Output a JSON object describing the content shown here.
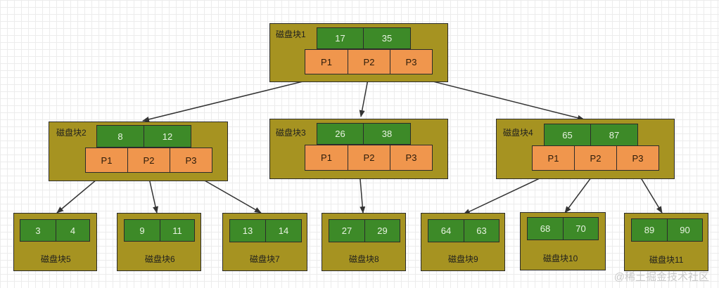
{
  "blocks": {
    "b1": {
      "label": "磁盘块1",
      "keys": [
        "17",
        "35"
      ],
      "pointers": [
        "P1",
        "P2",
        "P3"
      ]
    },
    "b2": {
      "label": "磁盘块2",
      "keys": [
        "8",
        "12"
      ],
      "pointers": [
        "P1",
        "P2",
        "P3"
      ]
    },
    "b3": {
      "label": "磁盘块3",
      "keys": [
        "26",
        "38"
      ],
      "pointers": [
        "P1",
        "P2",
        "P3"
      ]
    },
    "b4": {
      "label": "磁盘块4",
      "keys": [
        "65",
        "87"
      ],
      "pointers": [
        "P1",
        "P2",
        "P3"
      ]
    },
    "b5": {
      "label": "磁盘块5",
      "keys": [
        "3",
        "4"
      ]
    },
    "b6": {
      "label": "磁盘块6",
      "keys": [
        "9",
        "11"
      ]
    },
    "b7": {
      "label": "磁盘块7",
      "keys": [
        "13",
        "14"
      ]
    },
    "b8": {
      "label": "磁盘块8",
      "keys": [
        "27",
        "29"
      ]
    },
    "b9": {
      "label": "磁盘块9",
      "keys": [
        "64",
        "63"
      ]
    },
    "b10": {
      "label": "磁盘块10",
      "keys": [
        "68",
        "70"
      ]
    },
    "b11": {
      "label": "磁盘块11",
      "keys": [
        "89",
        "90"
      ]
    }
  },
  "watermark": "@稀土掘金技术社区",
  "colors": {
    "block_fill": "#a69321",
    "key_fill": "#3d8a28",
    "pointer_fill": "#f0964d",
    "edge": "#333333"
  }
}
